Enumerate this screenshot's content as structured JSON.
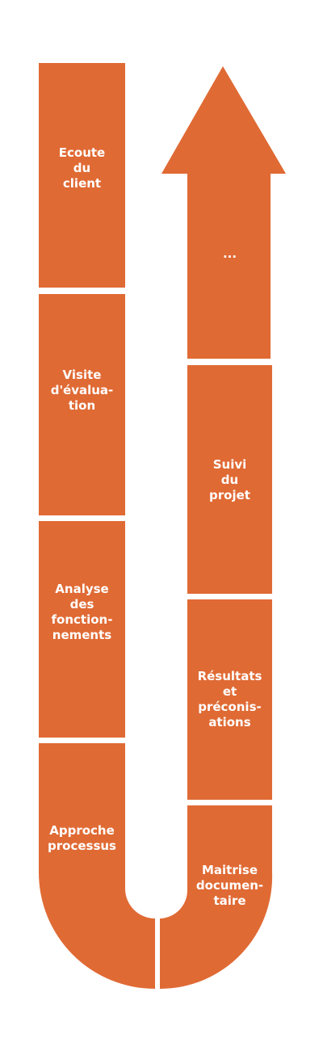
{
  "colors": {
    "fill": "#E06A34",
    "gap": "#FFFFFF",
    "text": "#FFFFFF"
  },
  "steps": [
    {
      "label": "Ecoute\ndu\nclient"
    },
    {
      "label": "Visite\nd'évalua-\ntion"
    },
    {
      "label": "Analyse\ndes\nfonction-\nnements"
    },
    {
      "label": "Approche\nprocessus"
    },
    {
      "label": "Maitrise\ndocumen-\ntaire"
    },
    {
      "label": "Résultats\net\npréconis-\nations"
    },
    {
      "label": "Suivi\ndu\nprojet"
    },
    {
      "label": "..."
    }
  ]
}
